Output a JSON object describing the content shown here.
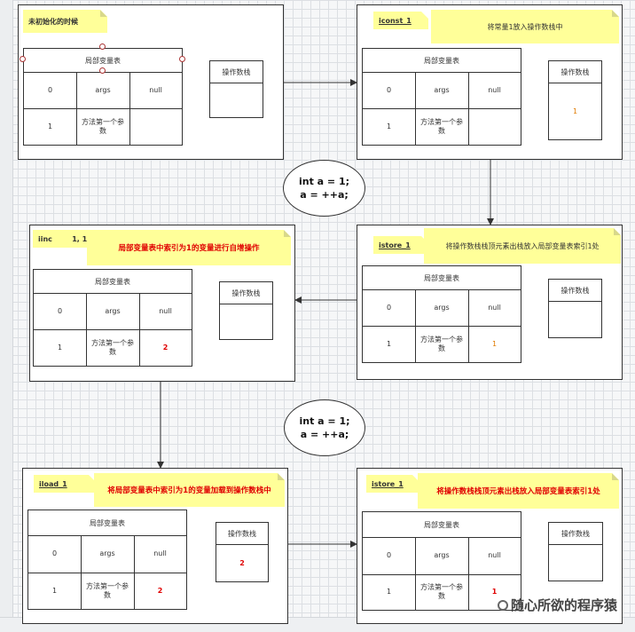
{
  "code": {
    "line1": "int a = 1;",
    "line2": "a = ++a;"
  },
  "labels": {
    "lv_table": "局部变量表",
    "op_stack": "操作数栈",
    "idx0": "0",
    "idx1": "1",
    "args": "args",
    "null": "null",
    "param": "方法第一个参数"
  },
  "panels": {
    "init": {
      "title": "未初始化的时候"
    },
    "iconst": {
      "title": "iconst_1",
      "desc": "将常量1放入操作数栈中",
      "stack_value": "1"
    },
    "istore1": {
      "title": "istore_1",
      "desc": "将操作数栈栈顶元素出栈放入局部变量表索引1处",
      "slot1": "1"
    },
    "iinc": {
      "title": "iinc        1, 1",
      "desc": "局部变量表中索引为1的变量进行自增操作",
      "slot1": "2"
    },
    "iload": {
      "title": "iload_1",
      "desc": "将局部变量表中索引为1的变量加载到操作数栈中",
      "slot1": "2",
      "stack_value": "2"
    },
    "istore2": {
      "title": "istore_1",
      "desc": "将操作数栈栈顶元素出栈放入局部变量表索引1处",
      "slot1": "1"
    }
  },
  "watermark": "随心所欲的程序猿",
  "colors": {
    "note": "#ffff99",
    "red": "#e00000",
    "orange": "#e07b00"
  }
}
